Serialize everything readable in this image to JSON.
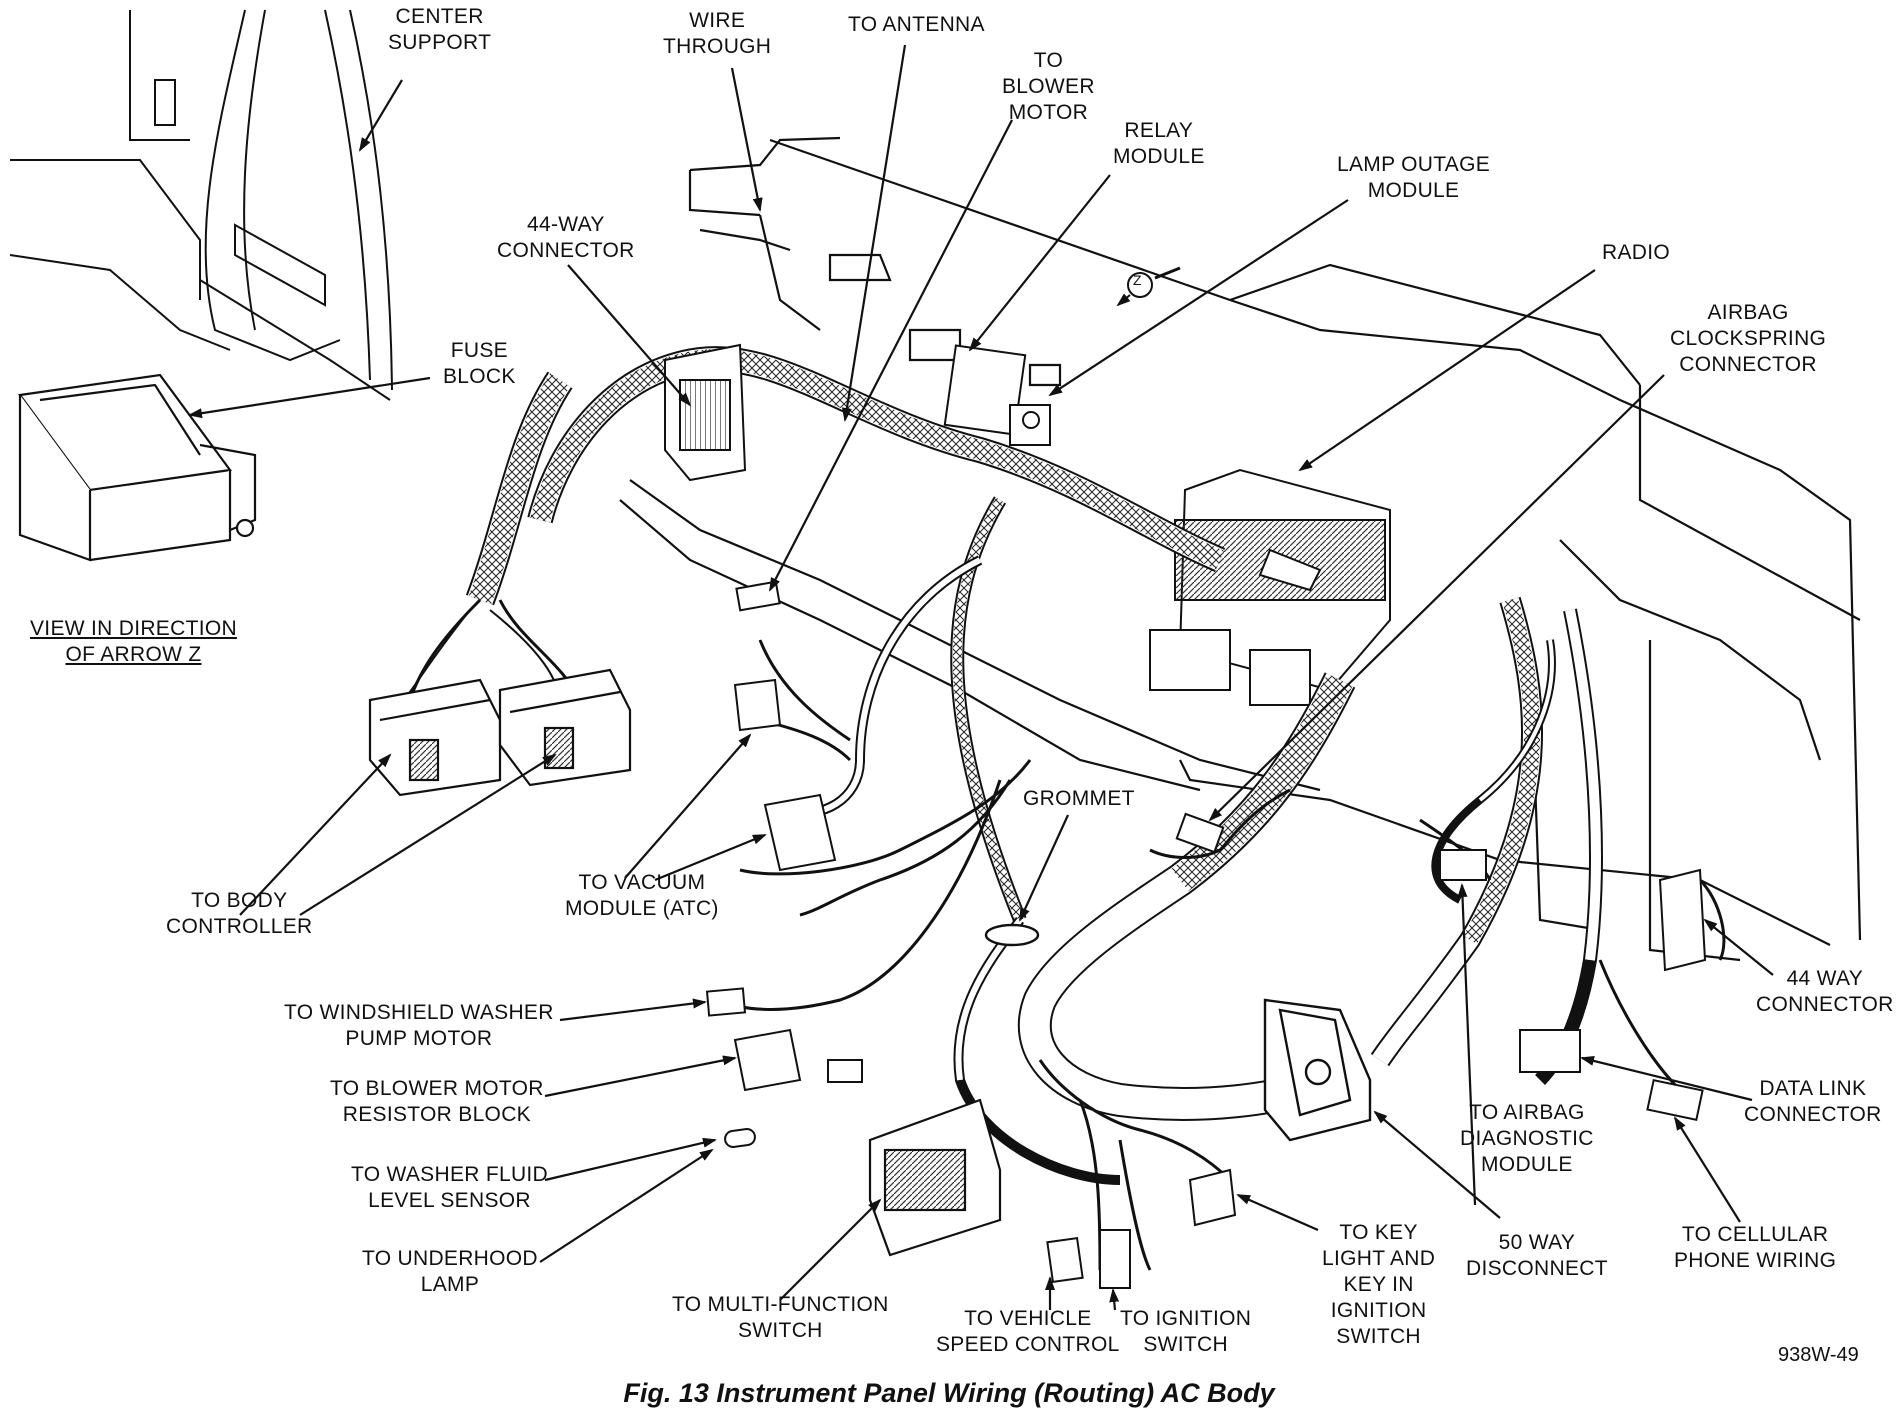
{
  "labels": {
    "center_support": "CENTER\nSUPPORT",
    "wire_through": "WIRE\nTHROUGH",
    "to_antenna": "TO ANTENNA",
    "to_blower_motor": "TO\nBLOWER\nMOTOR",
    "relay_module": "RELAY\nMODULE",
    "lamp_outage_module": "LAMP OUTAGE\nMODULE",
    "way44_connector_top": "44-WAY\nCONNECTOR",
    "radio": "RADIO",
    "airbag_clockspring": "AIRBAG\nCLOCKSPRING\nCONNECTOR",
    "fuse_block": "FUSE\nBLOCK",
    "view_arrow_z": "VIEW IN DIRECTION\nOF ARROW Z",
    "grommet": "GROMMET",
    "to_body_controller": "TO BODY\nCONTROLLER",
    "to_vacuum_module": "TO VACUUM\nMODULE (ATC)",
    "to_windshield_washer": "TO WINDSHIELD WASHER\nPUMP MOTOR",
    "to_blower_resistor": "TO BLOWER MOTOR\nRESISTOR BLOCK",
    "to_washer_fluid": "TO WASHER FLUID\nLEVEL SENSOR",
    "to_underhood_lamp": "TO UNDERHOOD\nLAMP",
    "to_multifunction": "TO MULTI-FUNCTION\nSWITCH",
    "to_vehicle_speed": "TO VEHICLE\nSPEED CONTROL",
    "to_ignition_switch": "TO IGNITION\nSWITCH",
    "to_key_light": "TO KEY\nLIGHT AND\nKEY IN\nIGNITION\nSWITCH",
    "to_airbag_diagnostic": "TO AIRBAG\nDIAGNOSTIC\nMODULE",
    "way50_disconnect": "50 WAY\nDISCONNECT",
    "to_cellular_phone": "TO CELLULAR\nPHONE WIRING",
    "way44_connector_right": "44 WAY\nCONNECTOR",
    "data_link_connector": "DATA LINK\nCONNECTOR",
    "z_marker": "Z"
  },
  "figure_id": "938W-49",
  "caption": "Fig. 13 Instrument Panel Wiring (Routing) AC Body"
}
